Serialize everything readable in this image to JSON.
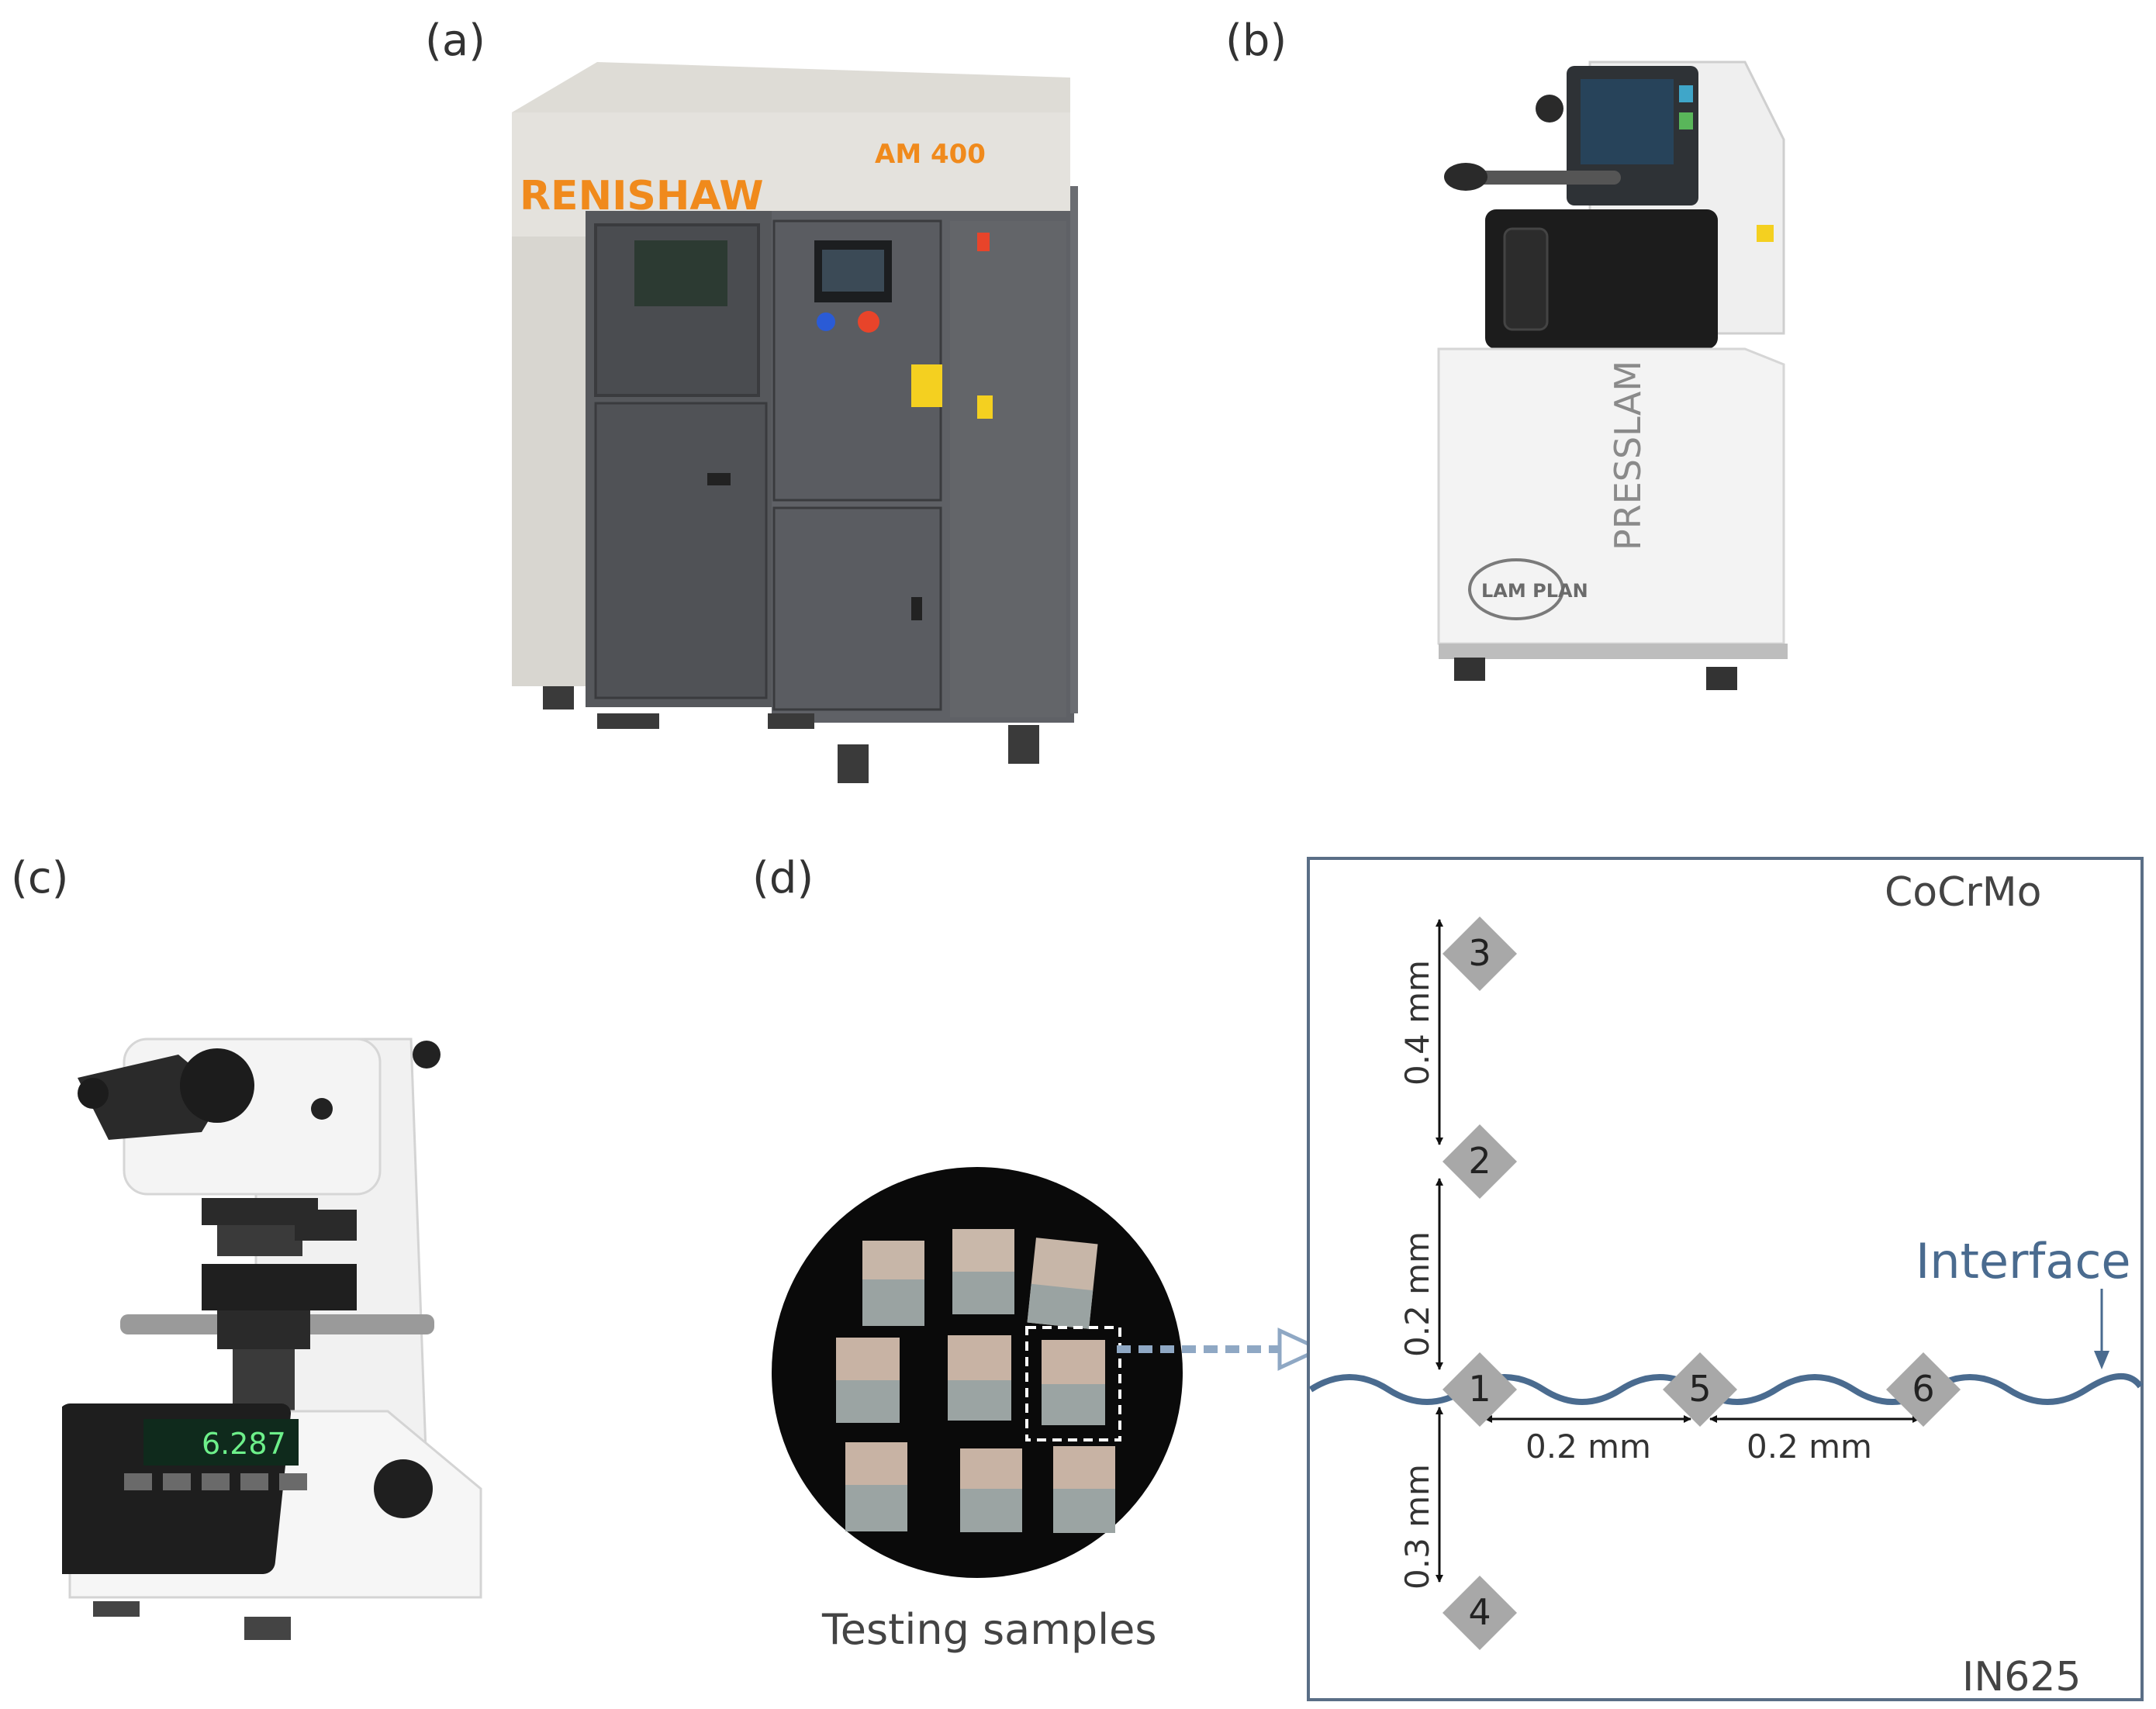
{
  "panels": {
    "a": {
      "label": "(a)",
      "brand": "RENISHAW",
      "model": "AM 400"
    },
    "b": {
      "label": "(b)",
      "brand": "PRESSLAM",
      "logo": "LAM PLAN"
    },
    "c": {
      "label": "(c)",
      "display_value": "6.287"
    },
    "d": {
      "label": "(d)",
      "caption": "Testing samples",
      "material_top": "CoCrMo",
      "material_bottom": "IN625",
      "interface_label": "Interface",
      "points": [
        "1",
        "2",
        "3",
        "4",
        "5",
        "6"
      ],
      "dims": {
        "v_1_2": "0.2 mm",
        "v_2_3": "0.4 mm",
        "v_1_4": "0.3 mm",
        "h_1_5": "0.2 mm",
        "h_5_6": "0.2 mm"
      }
    }
  },
  "colors": {
    "interface": "#4a6b8f",
    "marker": "#a8a8a8",
    "renishaw_orange": "#f08a1c",
    "frame": "#5a6e86"
  }
}
